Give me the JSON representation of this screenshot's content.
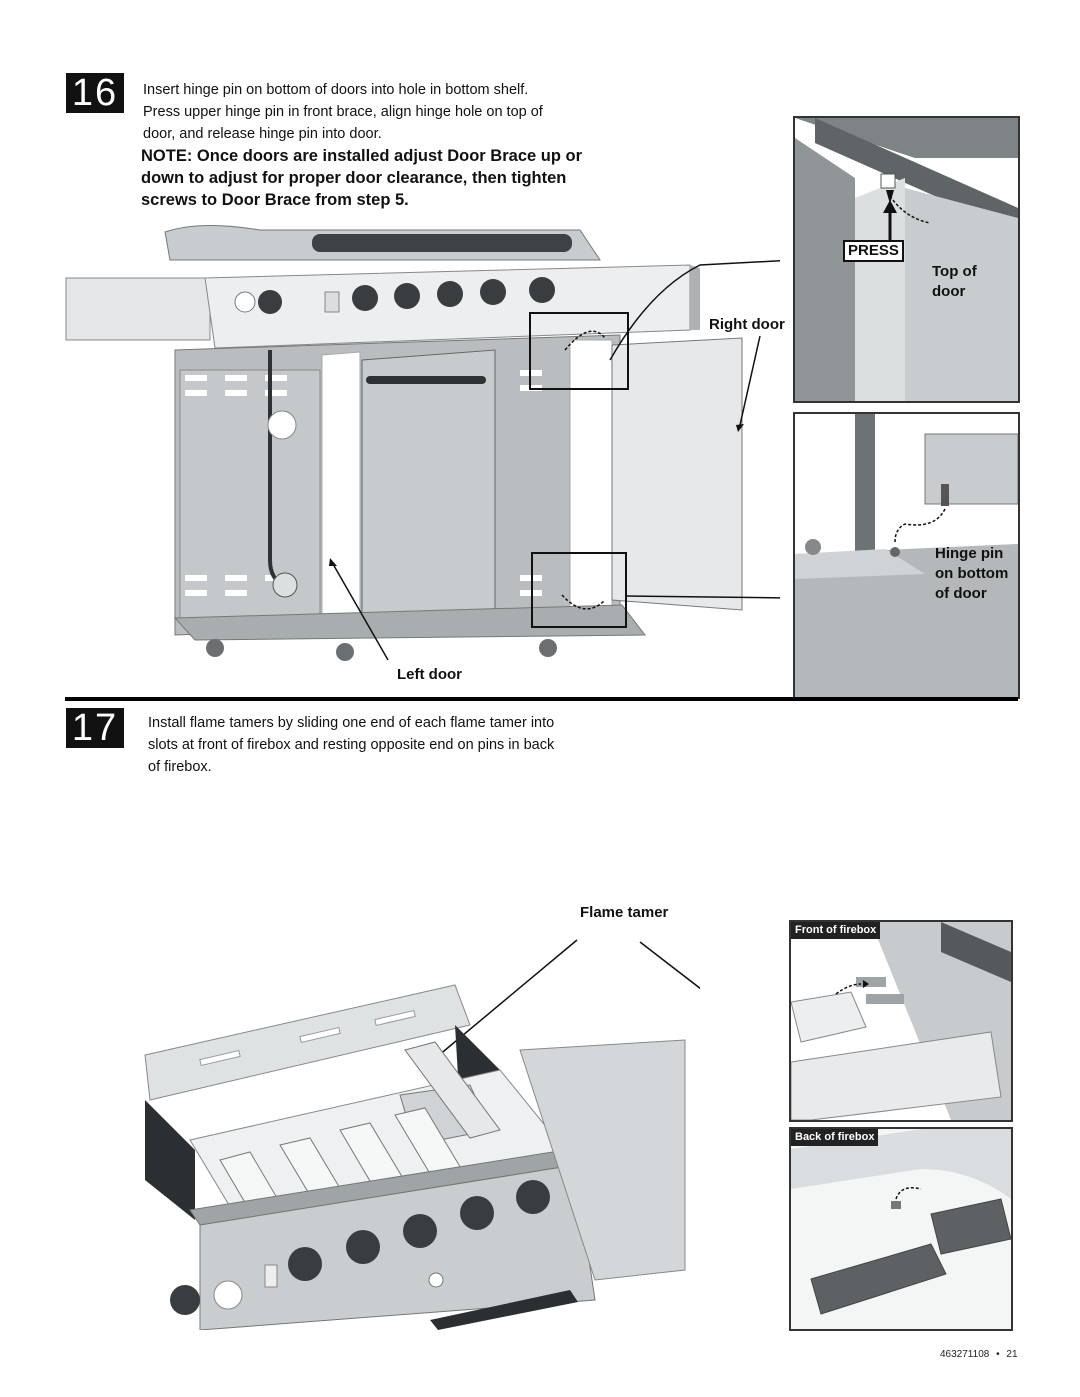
{
  "step16": {
    "number": "16",
    "instruction_lines": [
      "Insert hinge pin on bottom of doors into hole in bottom shelf.",
      "Press upper hinge pin in front brace, align hinge hole on top of",
      "door, and release hinge pin into door."
    ],
    "note_lines": [
      "NOTE: Once doors are installed adjust Door Brace up or",
      "down to adjust for proper door clearance, then tighten",
      "screws to Door Brace from step 5."
    ],
    "callouts": {
      "right_door": "Right door",
      "left_door": "Left door",
      "press": "PRESS",
      "top_of_door": [
        "Top of",
        "door"
      ],
      "hinge_pin": [
        "Hinge pin",
        "on bottom",
        "of door"
      ]
    }
  },
  "step17": {
    "number": "17",
    "instruction_lines": [
      "Install flame tamers by sliding one end of each flame tamer into",
      "slots at front of firebox and resting opposite end on pins in back",
      "of firebox."
    ],
    "callouts": {
      "flame_tamer": "Flame tamer",
      "front_of_firebox": "Front of firebox",
      "back_of_firebox": "Back of firebox"
    }
  },
  "footer": {
    "doc_number": "463271108",
    "separator": "•",
    "page_number": "21"
  },
  "colors": {
    "ink": "#111111",
    "steel_light": "#d9dcdd",
    "steel_mid": "#b8bcbe",
    "steel_dark": "#8e9396",
    "knob": "#3a3d40"
  }
}
